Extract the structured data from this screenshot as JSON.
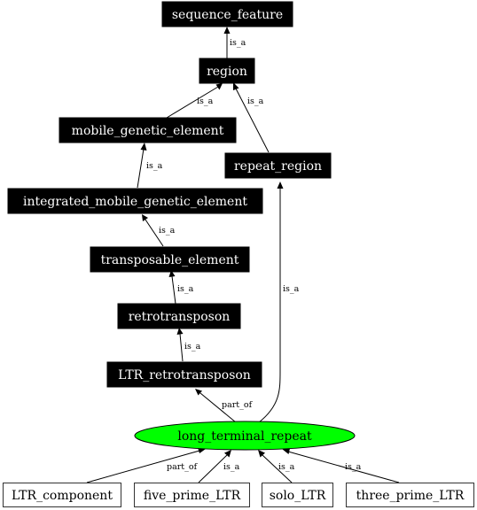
{
  "colors": {
    "primary_node_fill": "#000000",
    "primary_node_text": "#ffffff",
    "focus_node_fill": "#00ff00",
    "secondary_node_fill": "#ffffff"
  },
  "nodes": {
    "sequence_feature": "sequence_feature",
    "region": "region",
    "mobile_genetic_element": "mobile_genetic_element",
    "repeat_region": "repeat_region",
    "integrated_mobile_genetic_element": "integrated_mobile_genetic_element",
    "transposable_element": "transposable_element",
    "retrotransposon": "retrotransposon",
    "LTR_retrotransposon": "LTR_retrotransposon",
    "long_terminal_repeat": "long_terminal_repeat",
    "LTR_component": "LTR_component",
    "five_prime_LTR": "five_prime_LTR",
    "solo_LTR": "solo_LTR",
    "three_prime_LTR": "three_prime_LTR"
  },
  "edges": {
    "region_sequence_feature": "is_a",
    "mge_region": "is_a",
    "repeat_region_region": "is_a",
    "imge_mge": "is_a",
    "te_imge": "is_a",
    "retro_te": "is_a",
    "ltr_retro_retro": "is_a",
    "ltr_ltr_retro": "part_of",
    "ltr_repeat_region": "is_a",
    "component_ltr": "part_of",
    "five_prime_ltr": "is_a",
    "solo_ltr": "is_a",
    "three_prime_ltr": "is_a"
  }
}
